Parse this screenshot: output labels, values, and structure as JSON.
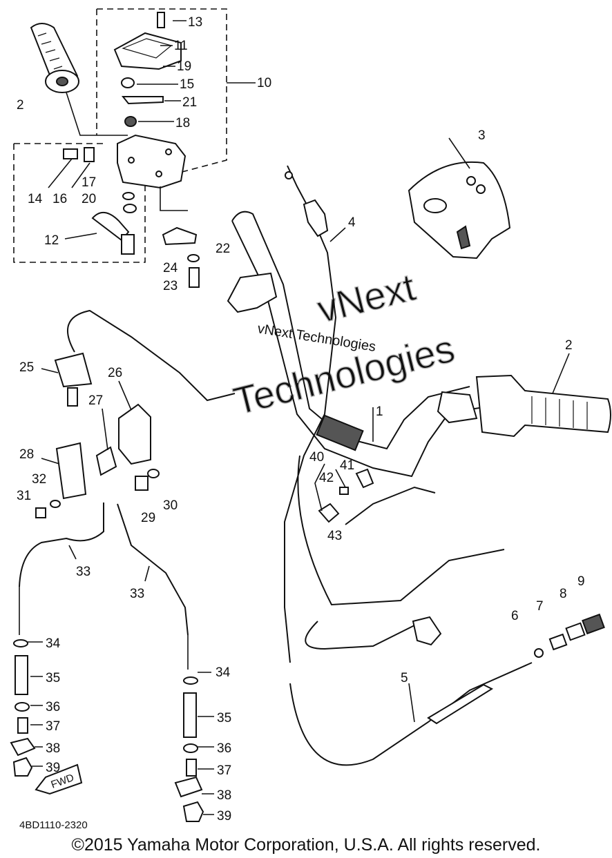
{
  "diagram": {
    "part_code": "4BD1110-2320",
    "fwd_label": "FWD",
    "callouts": {
      "c1": "1",
      "c2a": "2",
      "c2b": "2",
      "c3": "3",
      "c4": "4",
      "c5": "5",
      "c6": "6",
      "c7": "7",
      "c8": "8",
      "c9": "9",
      "c10": "10",
      "c11": "11",
      "c12": "12",
      "c13": "13",
      "c14": "14",
      "c15": "15",
      "c16": "16",
      "c17": "17",
      "c18": "18",
      "c19": "19",
      "c20": "20",
      "c21": "21",
      "c22": "22",
      "c23": "23",
      "c24": "24",
      "c25": "25",
      "c26": "26",
      "c27": "27",
      "c28": "28",
      "c29": "29",
      "c30": "30",
      "c31": "31",
      "c32": "32",
      "c33a": "33",
      "c33b": "33",
      "c34a": "34",
      "c34b": "34",
      "c35a": "35",
      "c35b": "35",
      "c36a": "36",
      "c36b": "36",
      "c37a": "37",
      "c37b": "37",
      "c38a": "38",
      "c38b": "38",
      "c39a": "39",
      "c39b": "39",
      "c40": "40",
      "c41": "41",
      "c42": "42",
      "c43": "43"
    }
  },
  "watermark": {
    "line1": "vNext",
    "line2": "vNext Technologies",
    "line3": "Technologies"
  },
  "copyright": "©2015 Yamaha Motor Corporation, U.S.A. All rights reserved."
}
